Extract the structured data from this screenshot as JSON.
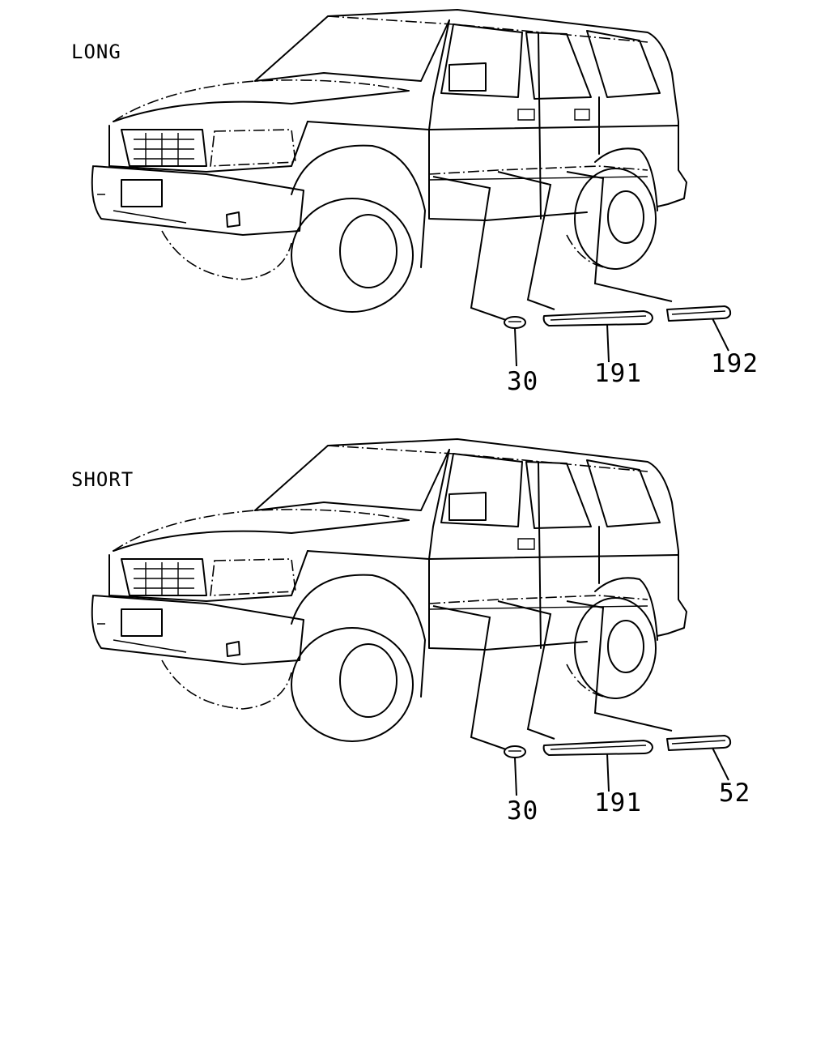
{
  "diagrams": [
    {
      "variant_label": "LONG",
      "callouts": {
        "clip": "30",
        "front_moulding": "191",
        "rear_moulding": "192"
      }
    },
    {
      "variant_label": "SHORT",
      "callouts": {
        "clip": "30",
        "front_moulding": "191",
        "rear_moulding": "52"
      }
    }
  ]
}
